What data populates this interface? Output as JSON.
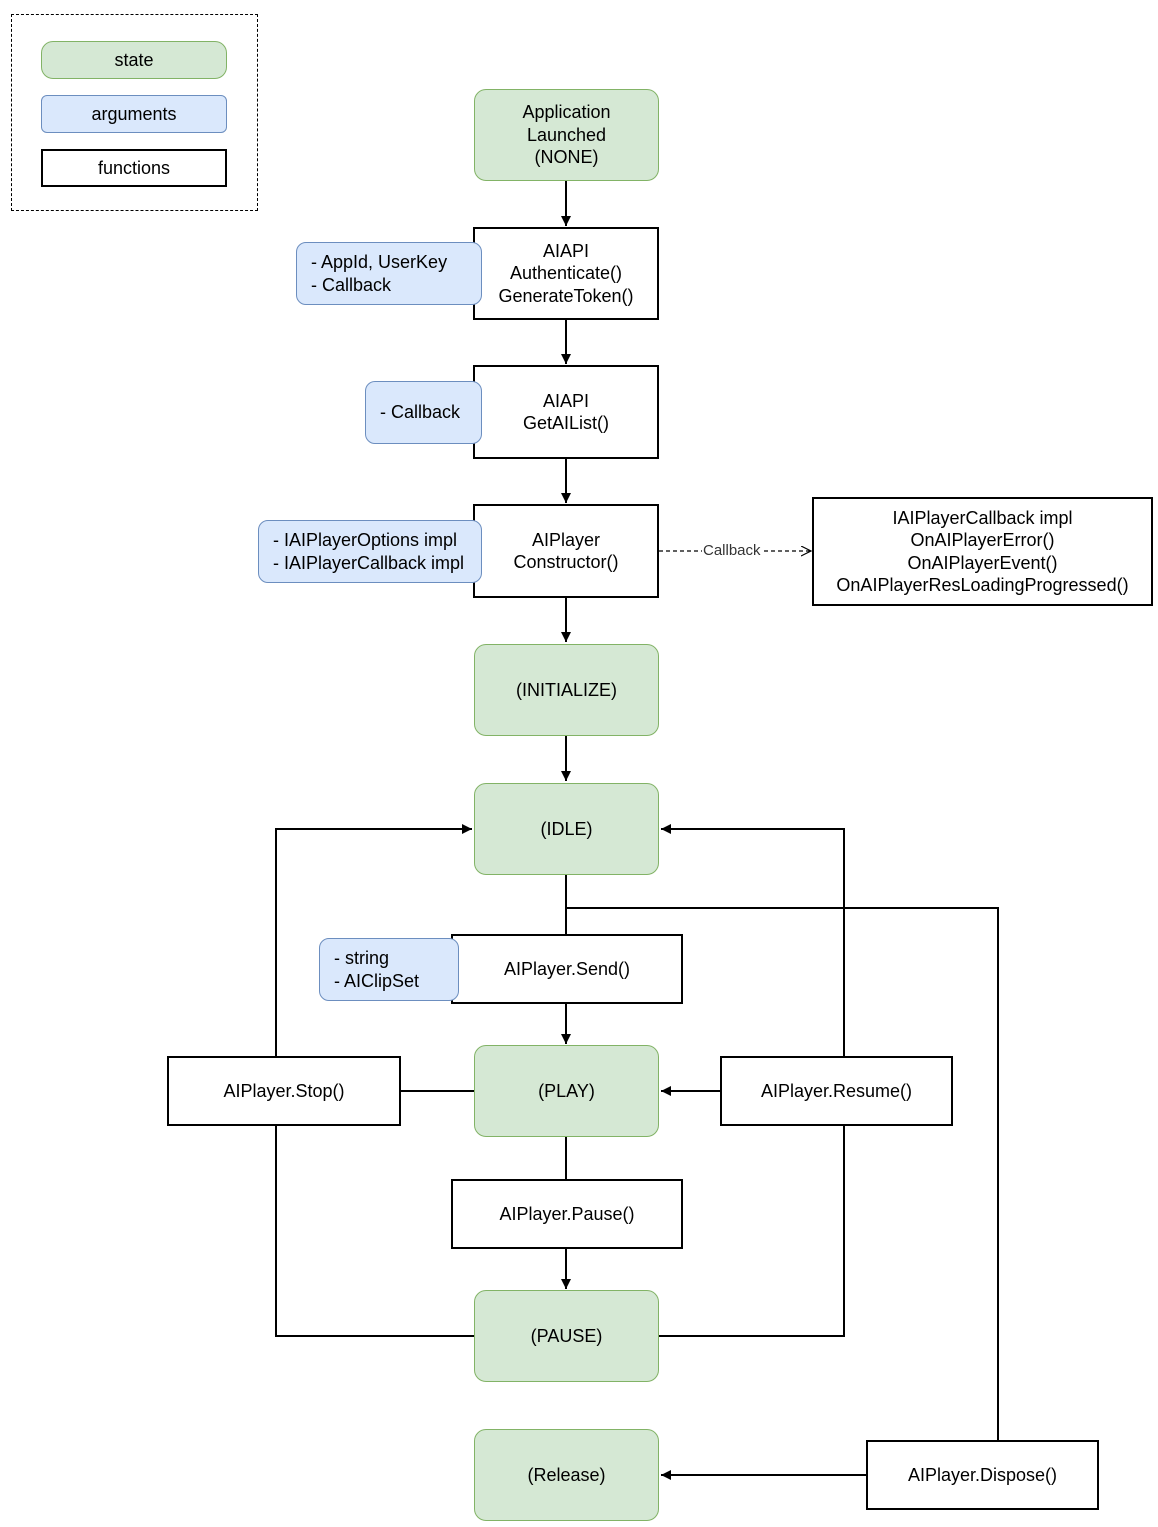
{
  "legend": {
    "state": "state",
    "arguments": "arguments",
    "functions": "functions"
  },
  "states": {
    "none": [
      "Application",
      "Launched",
      "(NONE)"
    ],
    "initialize": "(INITIALIZE)",
    "idle": "(IDLE)",
    "play": "(PLAY)",
    "pause": "(PAUSE)",
    "release": "(Release)"
  },
  "functions": {
    "authenticate": [
      "AIAPI",
      "Authenticate()",
      "GenerateToken()"
    ],
    "get_ai_list": [
      "AIAPI",
      "GetAIList()"
    ],
    "constructor": [
      "AIPlayer",
      "Constructor()"
    ],
    "callback_impl": [
      "IAIPlayerCallback impl",
      "OnAIPlayerError()",
      "OnAIPlayerEvent()",
      "OnAIPlayerResLoadingProgressed()"
    ],
    "send": "AIPlayer.Send()",
    "stop": "AIPlayer.Stop()",
    "resume": "AIPlayer.Resume()",
    "pause": "AIPlayer.Pause()",
    "dispose": "AIPlayer.Dispose()"
  },
  "arguments": {
    "authenticate": [
      "- AppId, UserKey",
      "- Callback"
    ],
    "get_ai_list": [
      "- Callback"
    ],
    "constructor": [
      "- IAIPlayerOptions impl",
      "- IAIPlayerCallback impl"
    ],
    "send": [
      "- string",
      "- AIClipSet"
    ]
  },
  "edge_labels": {
    "callback": "Callback"
  },
  "colors": {
    "state_fill": "#d5e8d4",
    "state_stroke": "#82b366",
    "arg_fill": "#dae8fc",
    "arg_stroke": "#6c8ebf",
    "fn_fill": "#ffffff",
    "fn_stroke": "#000000"
  }
}
